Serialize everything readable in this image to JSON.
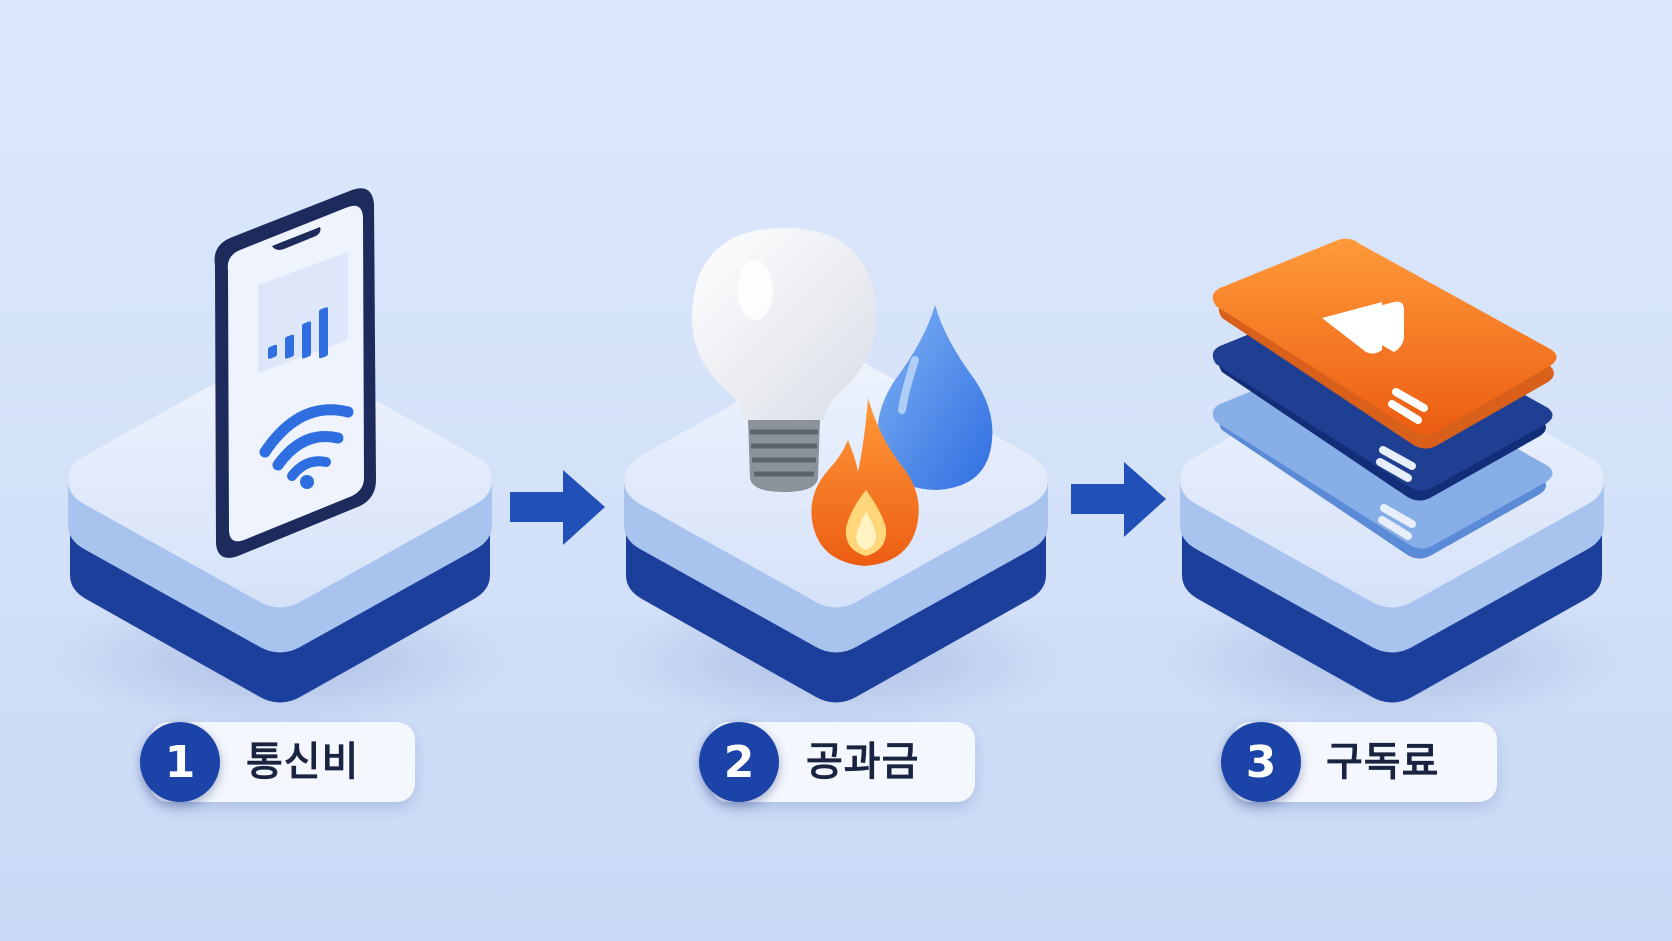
{
  "steps": [
    {
      "number": "1",
      "label": "통신비",
      "icon": "smartphone-signal-wifi-icon"
    },
    {
      "number": "2",
      "label": "공과금",
      "icon": "bulb-water-fire-icon"
    },
    {
      "number": "3",
      "label": "구독료",
      "icon": "subscription-cards-play-icon"
    }
  ],
  "colors": {
    "background": "#d8e5fa",
    "platform_top": "#e3ecfb",
    "platform_side": "#1c3f9b",
    "accent_blue": "#2f6ee0",
    "accent_orange": "#f07a22"
  }
}
